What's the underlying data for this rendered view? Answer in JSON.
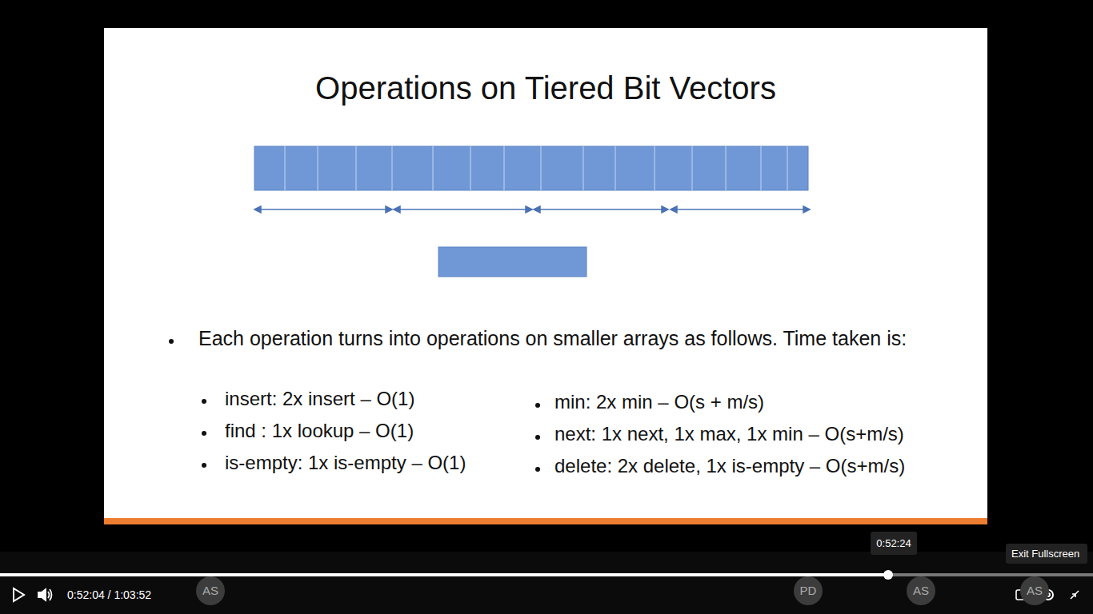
{
  "diagram": {
    "title": "Operations on Tiered Bit Vectors",
    "labels": [
      "Each operation turns into operations on smaller arrays as follows. Time taken is:",
      "insert: 2x insert – O(1)",
      "find : 1x lookup – O(1)",
      "is-empty: 1x is-empty – O(1)",
      "min: 2x min – O(s + m/s)",
      "next: 1x next, 1x max, 1x min – O(s+m/s)",
      "delete: 2x delete, 1x is-empty – O(s+m/s)",
      "0:52:04 / 1:03:52",
      "0:52:24",
      "Exit Fullscreen",
      "AS",
      "PD",
      "AS",
      "AS"
    ]
  }
}
